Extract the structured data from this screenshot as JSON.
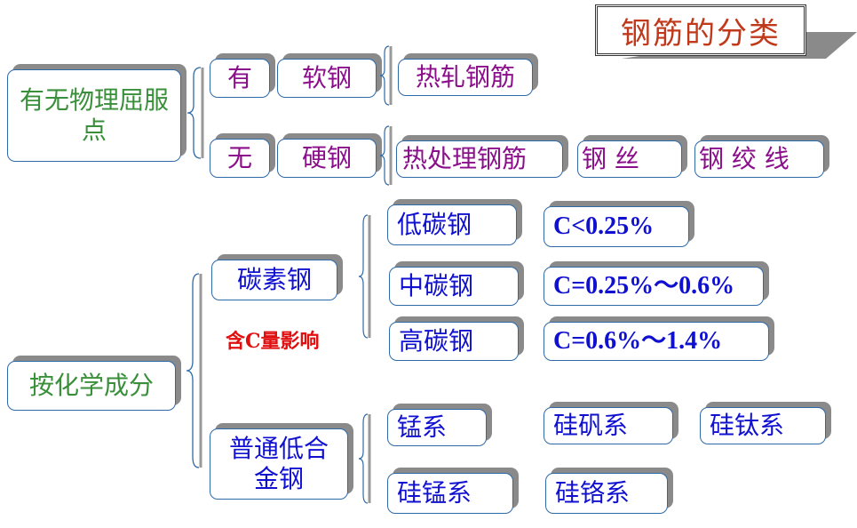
{
  "title": "钢筋的分类",
  "colors": {
    "title": "#c0391b",
    "category": "#3a8f3a",
    "yield_branch": "#8b0f8b",
    "chemical_branch": "#1010d0",
    "note": "#e01010",
    "box_border": "#2e6aa8",
    "box_shadow": "#8a8a8a"
  },
  "yield_point": {
    "label": "有无物理屈服点",
    "rows": [
      {
        "has": "有",
        "type": "软钢",
        "items": [
          "热轧钢筋"
        ]
      },
      {
        "has": "无",
        "type": "硬钢",
        "items": [
          "热处理钢筋",
          "钢 丝",
          "钢 绞 线"
        ]
      }
    ]
  },
  "chemical": {
    "label": "按化学成分",
    "carbon_steel": {
      "label": "碳素钢",
      "note": "含C量影响",
      "grades": [
        {
          "name": "低碳钢",
          "range": "C<0.25%"
        },
        {
          "name": "中碳钢",
          "range": "C=0.25%～0.6%"
        },
        {
          "name": "高碳钢",
          "range": "C=0.6%～1.4%"
        }
      ]
    },
    "low_alloy": {
      "label": "普通低合金钢",
      "series": [
        "锰系",
        "硅矾系",
        "硅钛系",
        "硅锰系",
        "硅铬系"
      ]
    }
  }
}
